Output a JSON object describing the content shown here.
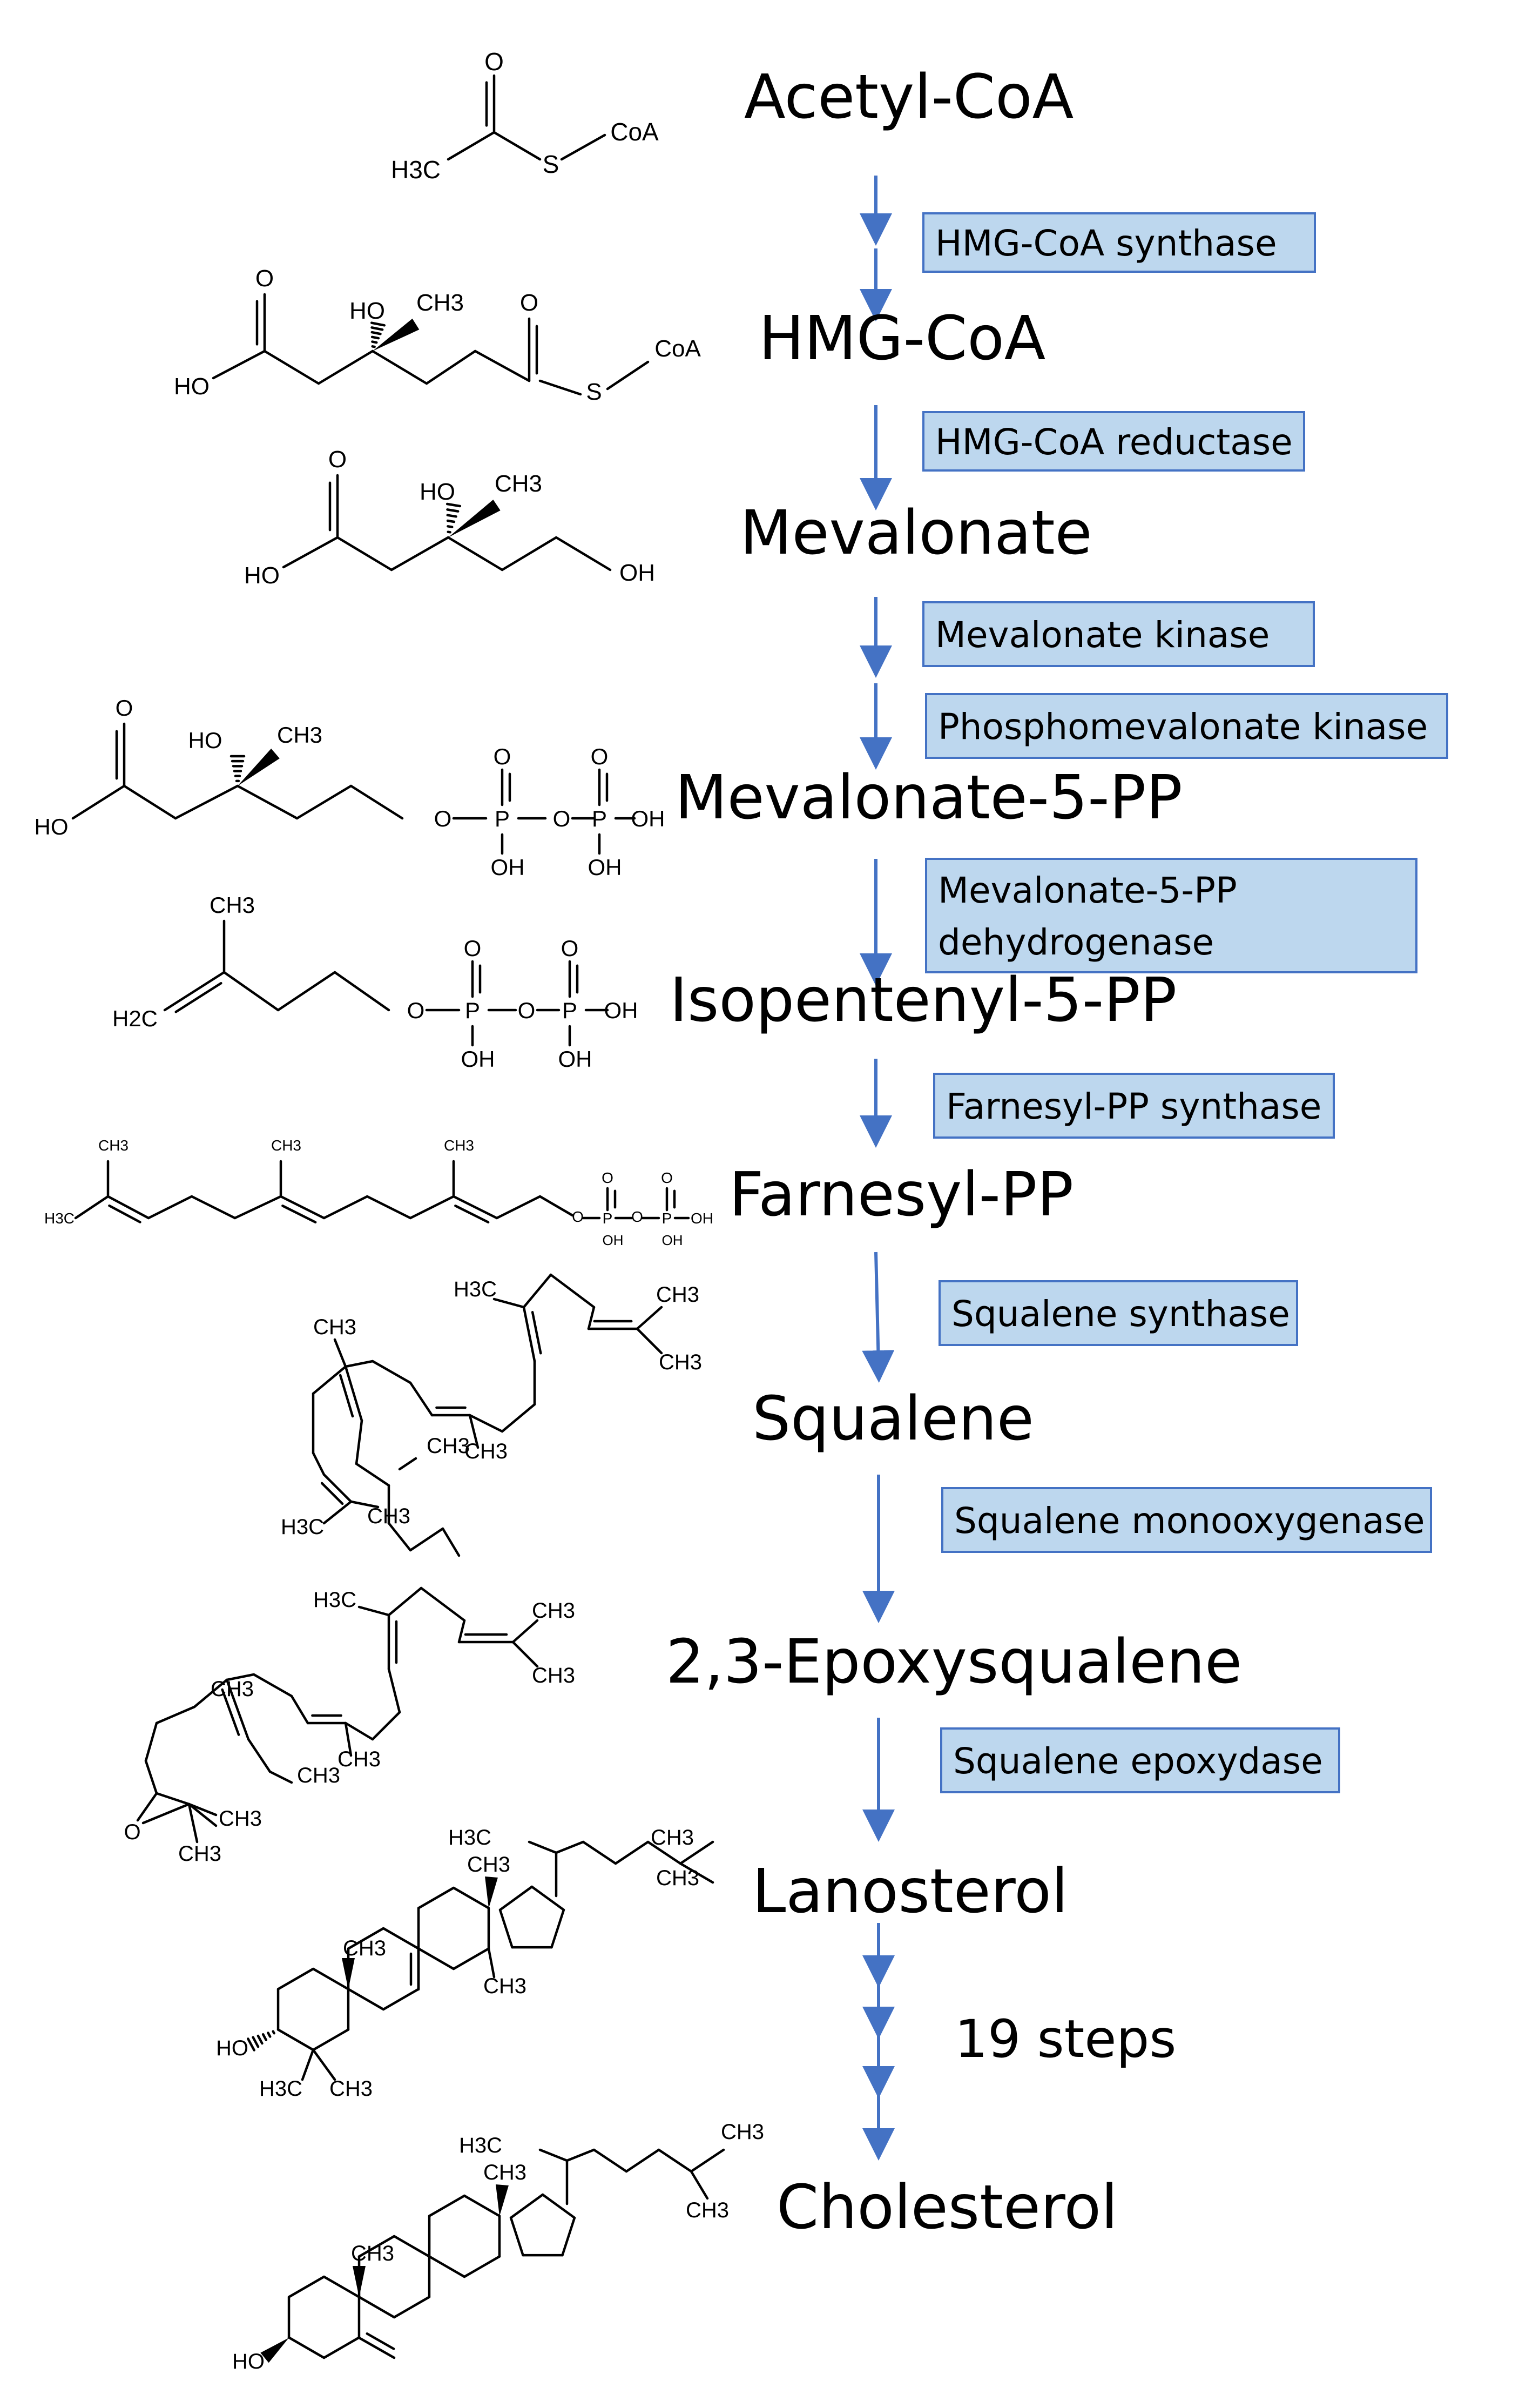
{
  "colors": {
    "arrow": "#4472c4",
    "enzyme_fill": "#bdd7ee",
    "enzyme_border": "#4472c4",
    "text": "#000000"
  },
  "metabolites": [
    {
      "id": "acetyl-coa",
      "label": "Acetyl-CoA"
    },
    {
      "id": "hmg-coa",
      "label": "HMG-CoA"
    },
    {
      "id": "mevalonate",
      "label": "Mevalonate"
    },
    {
      "id": "mevalonate-5-pp",
      "label": "Mevalonate-5-PP"
    },
    {
      "id": "isopentenyl-5-pp",
      "label": "Isopentenyl-5-PP"
    },
    {
      "id": "farnesyl-pp",
      "label": "Farnesyl-PP"
    },
    {
      "id": "squalene",
      "label": "Squalene"
    },
    {
      "id": "epoxysqualene",
      "label": "2,3-Epoxysqualene"
    },
    {
      "id": "lanosterol",
      "label": "Lanosterol"
    },
    {
      "id": "cholesterol",
      "label": "Cholesterol"
    }
  ],
  "enzymes": [
    {
      "id": "hmg-coa-synthase",
      "lines": [
        "HMG-CoA synthase"
      ]
    },
    {
      "id": "hmg-coa-reductase",
      "lines": [
        "HMG-CoA reductase"
      ]
    },
    {
      "id": "mevalonate-kinase",
      "lines": [
        "Mevalonate kinase"
      ]
    },
    {
      "id": "phosphomevalonate-kinase",
      "lines": [
        "Phosphomevalonate kinase"
      ]
    },
    {
      "id": "mevalonate-5-pp-dehydrogenase",
      "lines": [
        "Mevalonate-5-PP",
        "dehydrogenase"
      ]
    },
    {
      "id": "farnesyl-pp-synthase",
      "lines": [
        "Farnesyl-PP synthase"
      ]
    },
    {
      "id": "squalene-synthase",
      "lines": [
        "Squalene synthase"
      ]
    },
    {
      "id": "squalene-monooxygenase",
      "lines": [
        "Squalene monooxygenase"
      ]
    },
    {
      "id": "squalene-epoxydase",
      "lines": [
        "Squalene epoxydase"
      ]
    }
  ],
  "final_steps_label": "19 steps",
  "structure_atoms": {
    "oxygen": "O",
    "sulfur": "S",
    "coa": "CoA",
    "hydroxyl_left": "HO",
    "hydroxyl_right": "OH",
    "methyl": "CH3",
    "methyl_left": "H3C",
    "methylene": "H2C",
    "phosphorus": "P"
  }
}
